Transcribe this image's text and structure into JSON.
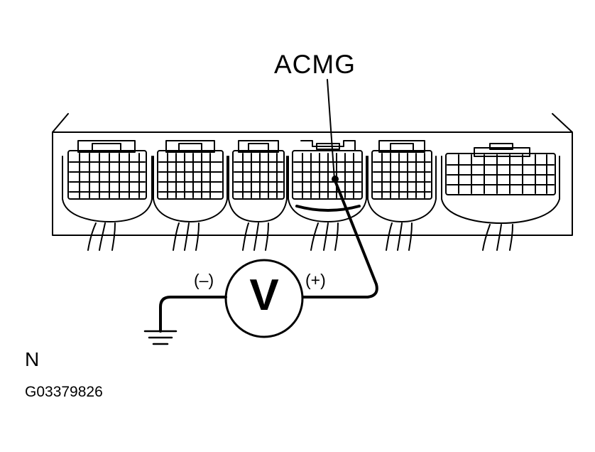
{
  "diagram": {
    "terminal_label": "ACMG",
    "meter_symbol": "V",
    "negative_probe_label": "(–)",
    "positive_probe_label": "(+)",
    "page_letter": "N",
    "figure_code": "G03379826",
    "colors": {
      "line": "#000000",
      "background": "#ffffff"
    },
    "icons": [
      "voltmeter-icon",
      "ground-icon",
      "ecu-connector-icon"
    ]
  }
}
